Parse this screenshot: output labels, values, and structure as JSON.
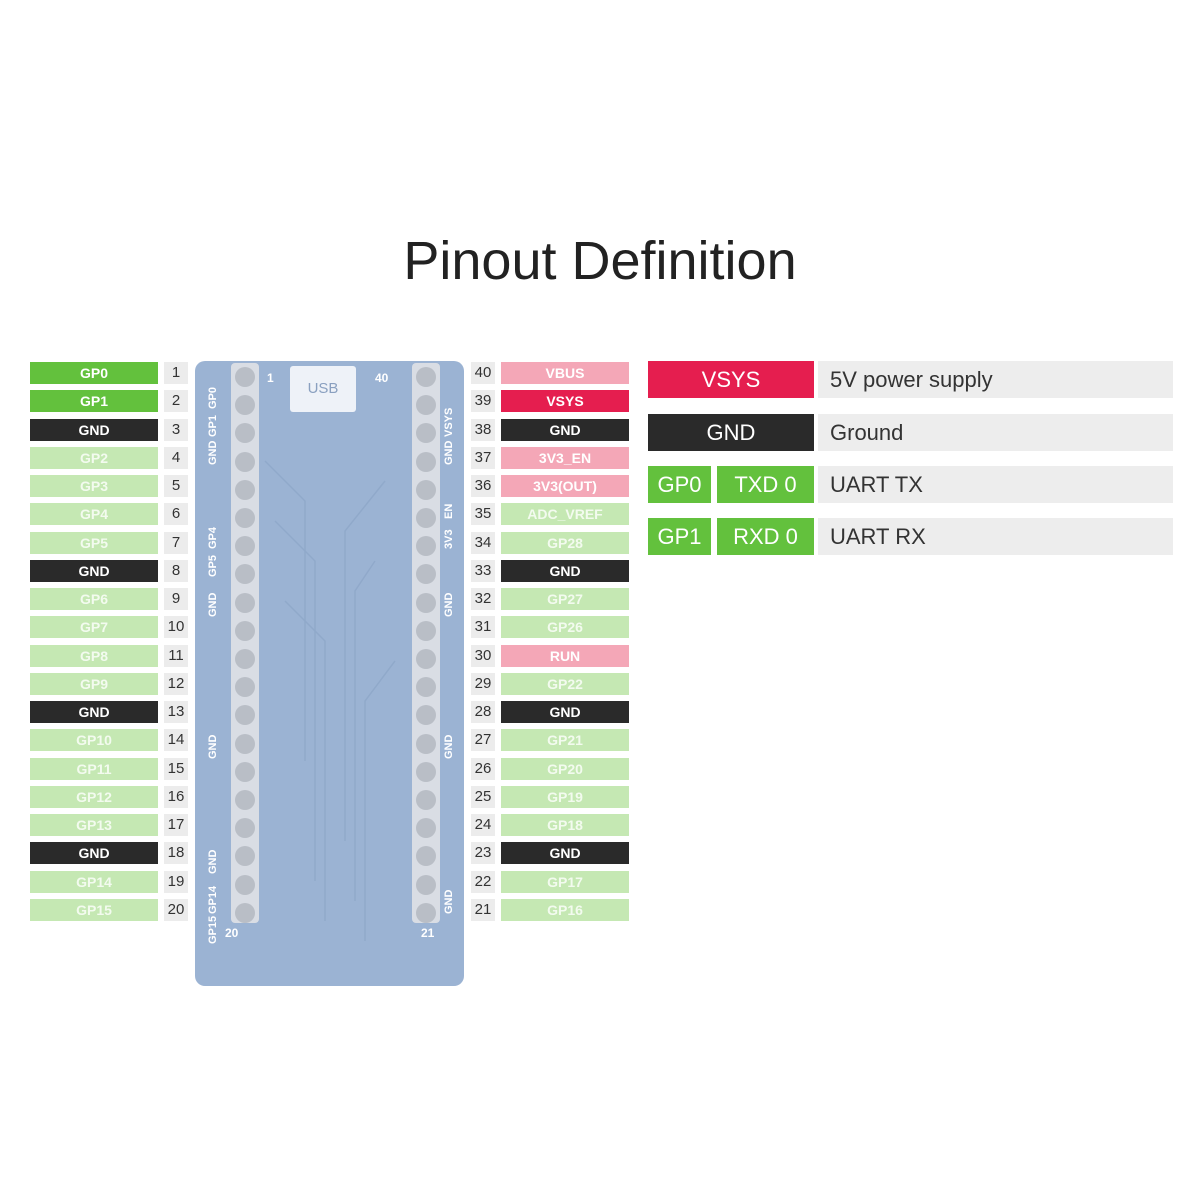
{
  "title": "Pinout Definition",
  "colors": {
    "gpio_highlight": "#63c13d",
    "gpio": "#c5e8b3",
    "ground": "#2a2a2a",
    "power": "#e51e4f",
    "power_light": "#f4a7b7",
    "board": "#9bb3d3"
  },
  "left_pins": [
    {
      "num": "1",
      "label": "GP0",
      "kind": "gpio-strong"
    },
    {
      "num": "2",
      "label": "GP1",
      "kind": "gpio-strong"
    },
    {
      "num": "3",
      "label": "GND",
      "kind": "gnd"
    },
    {
      "num": "4",
      "label": "GP2",
      "kind": "gpio"
    },
    {
      "num": "5",
      "label": "GP3",
      "kind": "gpio"
    },
    {
      "num": "6",
      "label": "GP4",
      "kind": "gpio"
    },
    {
      "num": "7",
      "label": "GP5",
      "kind": "gpio"
    },
    {
      "num": "8",
      "label": "GND",
      "kind": "gnd"
    },
    {
      "num": "9",
      "label": "GP6",
      "kind": "gpio"
    },
    {
      "num": "10",
      "label": "GP7",
      "kind": "gpio"
    },
    {
      "num": "11",
      "label": "GP8",
      "kind": "gpio"
    },
    {
      "num": "12",
      "label": "GP9",
      "kind": "gpio"
    },
    {
      "num": "13",
      "label": "GND",
      "kind": "gnd"
    },
    {
      "num": "14",
      "label": "GP10",
      "kind": "gpio"
    },
    {
      "num": "15",
      "label": "GP11",
      "kind": "gpio"
    },
    {
      "num": "16",
      "label": "GP12",
      "kind": "gpio"
    },
    {
      "num": "17",
      "label": "GP13",
      "kind": "gpio"
    },
    {
      "num": "18",
      "label": "GND",
      "kind": "gnd"
    },
    {
      "num": "19",
      "label": "GP14",
      "kind": "gpio"
    },
    {
      "num": "20",
      "label": "GP15",
      "kind": "gpio"
    }
  ],
  "right_pins": [
    {
      "num": "40",
      "label": "VBUS",
      "kind": "power-light"
    },
    {
      "num": "39",
      "label": "VSYS",
      "kind": "power"
    },
    {
      "num": "38",
      "label": "GND",
      "kind": "gnd"
    },
    {
      "num": "37",
      "label": "3V3_EN",
      "kind": "power-light"
    },
    {
      "num": "36",
      "label": "3V3(OUT)",
      "kind": "power-light"
    },
    {
      "num": "35",
      "label": "ADC_VREF",
      "kind": "gpio"
    },
    {
      "num": "34",
      "label": "GP28",
      "kind": "gpio"
    },
    {
      "num": "33",
      "label": "GND",
      "kind": "gnd"
    },
    {
      "num": "32",
      "label": "GP27",
      "kind": "gpio"
    },
    {
      "num": "31",
      "label": "GP26",
      "kind": "gpio"
    },
    {
      "num": "30",
      "label": "RUN",
      "kind": "power-light"
    },
    {
      "num": "29",
      "label": "GP22",
      "kind": "gpio"
    },
    {
      "num": "28",
      "label": "GND",
      "kind": "gnd"
    },
    {
      "num": "27",
      "label": "GP21",
      "kind": "gpio"
    },
    {
      "num": "26",
      "label": "GP20",
      "kind": "gpio"
    },
    {
      "num": "25",
      "label": "GP19",
      "kind": "gpio"
    },
    {
      "num": "24",
      "label": "GP18",
      "kind": "gpio"
    },
    {
      "num": "23",
      "label": "GND",
      "kind": "gnd"
    },
    {
      "num": "22",
      "label": "GP17",
      "kind": "gpio"
    },
    {
      "num": "21",
      "label": "GP16",
      "kind": "gpio"
    }
  ],
  "board": {
    "usb_label": "USB",
    "corner_top_left": "1",
    "corner_top_right": "40",
    "corner_bottom_left": "20",
    "corner_bottom_right": "21",
    "silk_left": [
      "GP0",
      "GP1",
      "GND",
      "GP4",
      "GP5",
      "GND",
      "GND",
      "GND",
      "GP14",
      "GP15"
    ],
    "silk_right": [
      "VSYS",
      "GND",
      "EN",
      "3V3",
      "GND",
      "GND",
      "GND"
    ]
  },
  "legend": [
    {
      "chips": [
        {
          "text": "VSYS",
          "kind": "power"
        }
      ],
      "desc": "5V power supply"
    },
    {
      "chips": [
        {
          "text": "GND",
          "kind": "gnd"
        }
      ],
      "desc": "Ground"
    },
    {
      "chips": [
        {
          "text": "GP0",
          "kind": "gpio-strong"
        },
        {
          "text": "TXD 0",
          "kind": "gpio-strong"
        }
      ],
      "desc": "UART TX"
    },
    {
      "chips": [
        {
          "text": "GP1",
          "kind": "gpio-strong"
        },
        {
          "text": "RXD 0",
          "kind": "gpio-strong"
        }
      ],
      "desc": "UART RX"
    }
  ]
}
